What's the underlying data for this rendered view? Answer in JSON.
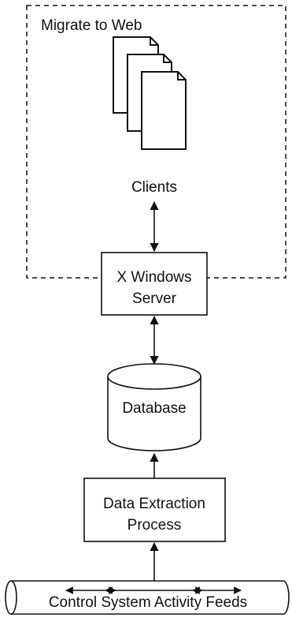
{
  "diagram": {
    "group_label": "Migrate to Web",
    "clients_label": "Clients",
    "x_windows_server": {
      "line1": "X Windows",
      "line2": "Server"
    },
    "database_label": "Database",
    "data_extraction_process": {
      "line1": "Data Extraction",
      "line2": "Process"
    },
    "feeds_label": "Control System Activity Feeds"
  }
}
